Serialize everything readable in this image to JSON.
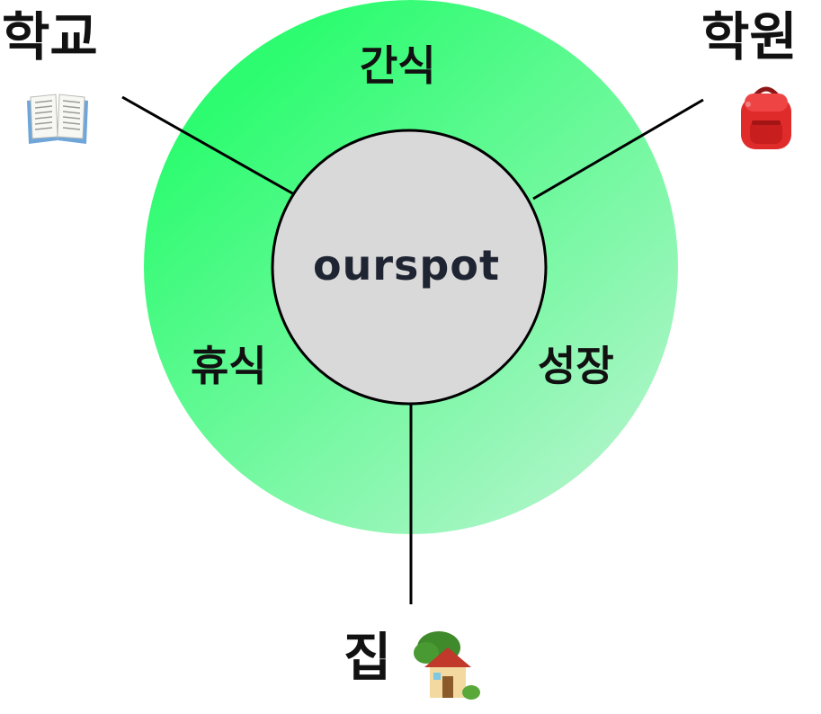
{
  "center": {
    "label": "ourspot"
  },
  "ring_labels": {
    "top": "간식",
    "left": "휴식",
    "right": "성장"
  },
  "places": {
    "school": {
      "label": "학교",
      "icon": "open-book-icon"
    },
    "academy": {
      "label": "학원",
      "icon": "backpack-icon"
    },
    "home": {
      "label": "집",
      "icon": "house-icon"
    }
  },
  "colors": {
    "ring_start": "#2dfc70",
    "ring_end": "#abf5c6",
    "center_fill": "#d9d9d9",
    "text": "#111111",
    "brand_text": "#1f2432"
  }
}
